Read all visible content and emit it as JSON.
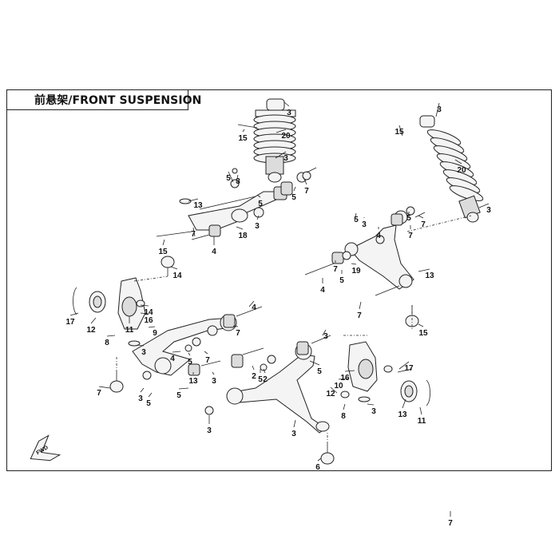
{
  "title": "前悬架/FRONT SUSPENSION",
  "fwd_label": "FWD",
  "callouts": [
    "3",
    "15",
    "20",
    "3",
    "5",
    "3",
    "5",
    "7",
    "13",
    "3",
    "18",
    "5",
    "15",
    "7",
    "4",
    "14",
    "3",
    "15",
    "20",
    "3",
    "5",
    "3",
    "5",
    "7",
    "4",
    "7",
    "19",
    "5",
    "7",
    "4",
    "13",
    "7",
    "15",
    "14",
    "16",
    "17",
    "12",
    "11",
    "9",
    "8",
    "3",
    "13",
    "7",
    "4",
    "5",
    "3",
    "5",
    "3",
    "3",
    "7",
    "4",
    "5",
    "7",
    "5",
    "2",
    "3",
    "5",
    "16",
    "10",
    "17",
    "8",
    "3",
    "13",
    "11",
    "12",
    "3",
    "6",
    "2",
    "7"
  ]
}
